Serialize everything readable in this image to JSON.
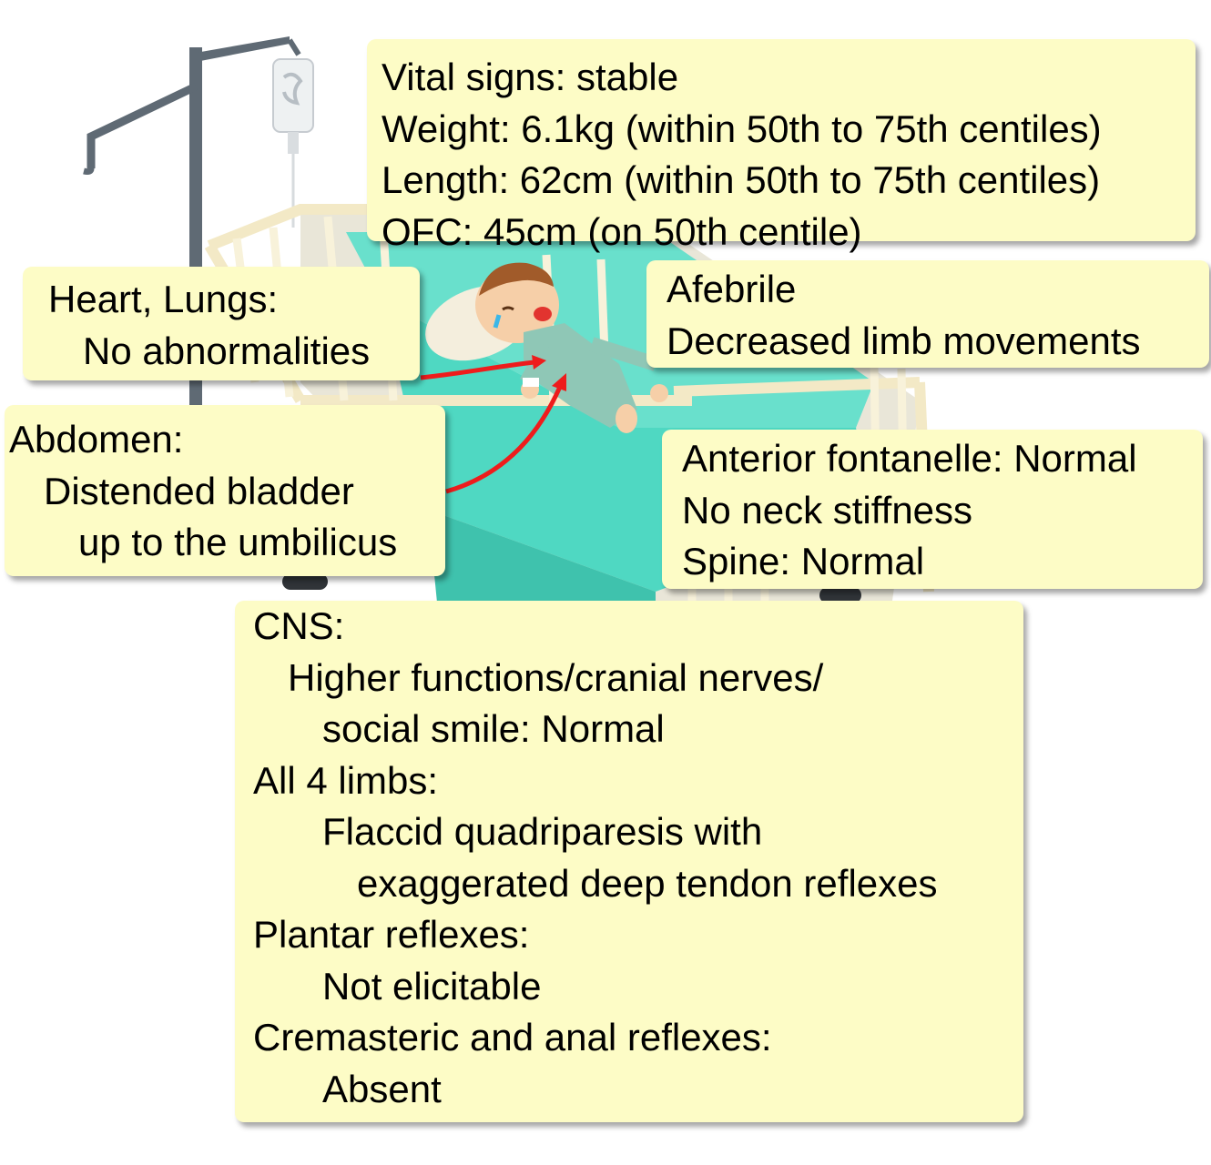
{
  "colors": {
    "box_fill": "#fdfcc6",
    "arrow": "#ee1c1c",
    "sheet": "#4fd8c2",
    "bed_frame": "#fbf6df",
    "iv_pole": "#5f6a74"
  },
  "illustration": "infant lying in hospital cot with IV drip stand",
  "vital_signs": {
    "lines": [
      "Vital signs: stable",
      "Weight: 6.1kg (within 50th to 75th centiles)",
      "Length: 62cm (within 50th to 75th centiles)",
      "OFC: 45cm (on 50th centile)"
    ]
  },
  "heart_lungs": {
    "heading": "Heart, Lungs:",
    "finding": "No abnormalities"
  },
  "general": {
    "lines": [
      "Afebrile",
      "Decreased limb movements"
    ]
  },
  "abdomen": {
    "heading": "Abdomen:",
    "finding_1": "Distended bladder",
    "finding_2": "up to the umbilicus"
  },
  "head_spine": {
    "lines": [
      "Anterior fontanelle: Normal",
      "No neck stiffness",
      "Spine: Normal"
    ]
  },
  "cns": {
    "heading": "CNS:",
    "higher_1": "Higher functions/cranial nerves/",
    "higher_2": "social smile: Normal",
    "limbs_heading": "All 4 limbs:",
    "limbs_1": "Flaccid quadriparesis with",
    "limbs_2": "exaggerated deep tendon reflexes",
    "plantar_heading": "Plantar reflexes:",
    "plantar_finding": "Not elicitable",
    "crem_heading": "Cremasteric and anal reflexes:",
    "crem_finding": "Absent"
  }
}
